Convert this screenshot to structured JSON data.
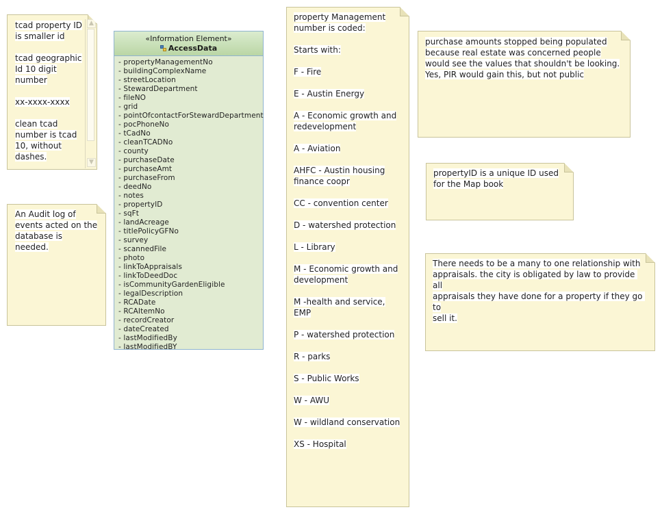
{
  "notes": {
    "tcad": {
      "lines": [
        "tcad property ID",
        "is smaller id",
        "",
        "tcad geographic",
        "Id 10 digit",
        "number",
        "",
        "xx-xxxx-xxxx",
        "",
        "clean tcad",
        "number is tcad",
        "10, without",
        "dashes."
      ]
    },
    "audit": {
      "lines": [
        "An Audit log of",
        "events acted on the",
        "database is",
        "needed."
      ]
    },
    "management": {
      "intro": [
        "property Management",
        "number is coded:"
      ],
      "starts_with": "Starts with:",
      "codes": [
        [
          "F - Fire"
        ],
        [
          "E - Austin Energy"
        ],
        [
          "A - Economic growth and",
          "redevelopment"
        ],
        [
          "A - Aviation"
        ],
        [
          "AHFC - Austin housing",
          "finance coopr"
        ],
        [
          "CC - convention center"
        ],
        [
          "D - watershed protection"
        ],
        [
          "L - Library"
        ],
        [
          "M - Economic growth and",
          "development"
        ],
        [
          "M -health and service,",
          "EMP"
        ],
        [
          "P - watershed protection"
        ],
        [
          "R - parks"
        ],
        [
          "S - Public Works"
        ],
        [
          "W - AWU"
        ],
        [
          "W - wildland conservation"
        ],
        [
          "XS - Hospital"
        ]
      ]
    },
    "purchase": {
      "lines": [
        "purchase amounts stopped being populated",
        "because real estate was concerned people",
        "would see the values that shouldn't be looking.",
        "Yes, PIR would gain this, but not public"
      ]
    },
    "propertyid": {
      "lines": [
        "propertyID is a unique ID used",
        "for the Map book"
      ]
    },
    "appraisals": {
      "lines": [
        "There needs to be a many to one relationship with",
        "appraisals. the city is obligated by law to provide all",
        "appraisals they have done for a property if they go to",
        "sell it."
      ]
    }
  },
  "uml_class": {
    "stereotype": "«Information Element»",
    "name": "AccessData",
    "icon": "class-icon",
    "attributes": [
      "- propertyManagementNo",
      "- buildingComplexName",
      "- streetLocation",
      "- StewardDepartment",
      "- fileNO",
      "- grid",
      "- pointOfcontactForStewardDepartment",
      "- pocPhoneNo",
      "- tCadNo",
      "- cleanTCADNo",
      "- county",
      "- purchaseDate",
      "- purchaseAmt",
      "- purchaseFrom",
      "- deedNo",
      "- notes",
      "- propertyID",
      "- sqFt",
      "- landAcreage",
      "- titlePolicyGFNo",
      "- survey",
      "- scannedFile",
      "- photo",
      "- linkToAppraisals",
      "- linkToDeedDoc",
      "- isCommunityGardenEligible",
      "- legalDescription",
      "- RCADate",
      "- RCAItemNo",
      "- recordCreator",
      "- dateCreated",
      "- lastModifiedBy",
      "- lastModifiedBY"
    ]
  },
  "colors": {
    "note_fill": "#fbf6d5",
    "note_border": "#c8c39a",
    "class_body": "#e1ebd2",
    "class_header": "#bad6a5",
    "class_border": "#8fb3d0"
  }
}
